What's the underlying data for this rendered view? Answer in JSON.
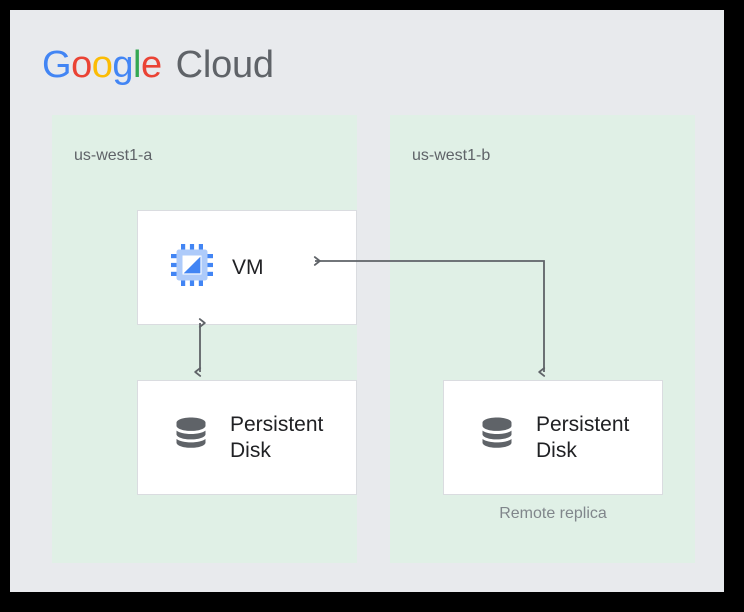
{
  "brand": {
    "logo_icon": "google-cloud-logo",
    "google_letters": [
      "G",
      "o",
      "o",
      "g",
      "l",
      "e"
    ],
    "cloud_text": "Cloud",
    "colors": {
      "blue": "#4285f4",
      "red": "#ea4335",
      "yellow": "#fbbc05",
      "green": "#34a853",
      "gray": "#5f6368"
    }
  },
  "diagram": {
    "background_color": "#e8eaed",
    "zone_color": "#e0f0e6",
    "card_color": "#ffffff",
    "arrow_color": "#5f6368",
    "zones": [
      {
        "id": "zone-a",
        "label": "us-west1-a",
        "resources": [
          {
            "id": "vm",
            "label": "VM",
            "icon": "cpu-chip-icon"
          },
          {
            "id": "persistent-disk-a",
            "label": "Persistent\nDisk",
            "icon": "database-disk-icon"
          }
        ]
      },
      {
        "id": "zone-b",
        "label": "us-west1-b",
        "resources": [
          {
            "id": "persistent-disk-b",
            "label": "Persistent\nDisk",
            "icon": "database-disk-icon",
            "caption": "Remote replica"
          }
        ]
      }
    ],
    "connections": [
      {
        "id": "vm-to-disk-a",
        "from": "vm",
        "to": "persistent-disk-a",
        "style": "bidirectional"
      },
      {
        "id": "vm-to-replica",
        "from": "vm",
        "to": "persistent-disk-b",
        "style": "bidirectional-elbow"
      }
    ]
  }
}
